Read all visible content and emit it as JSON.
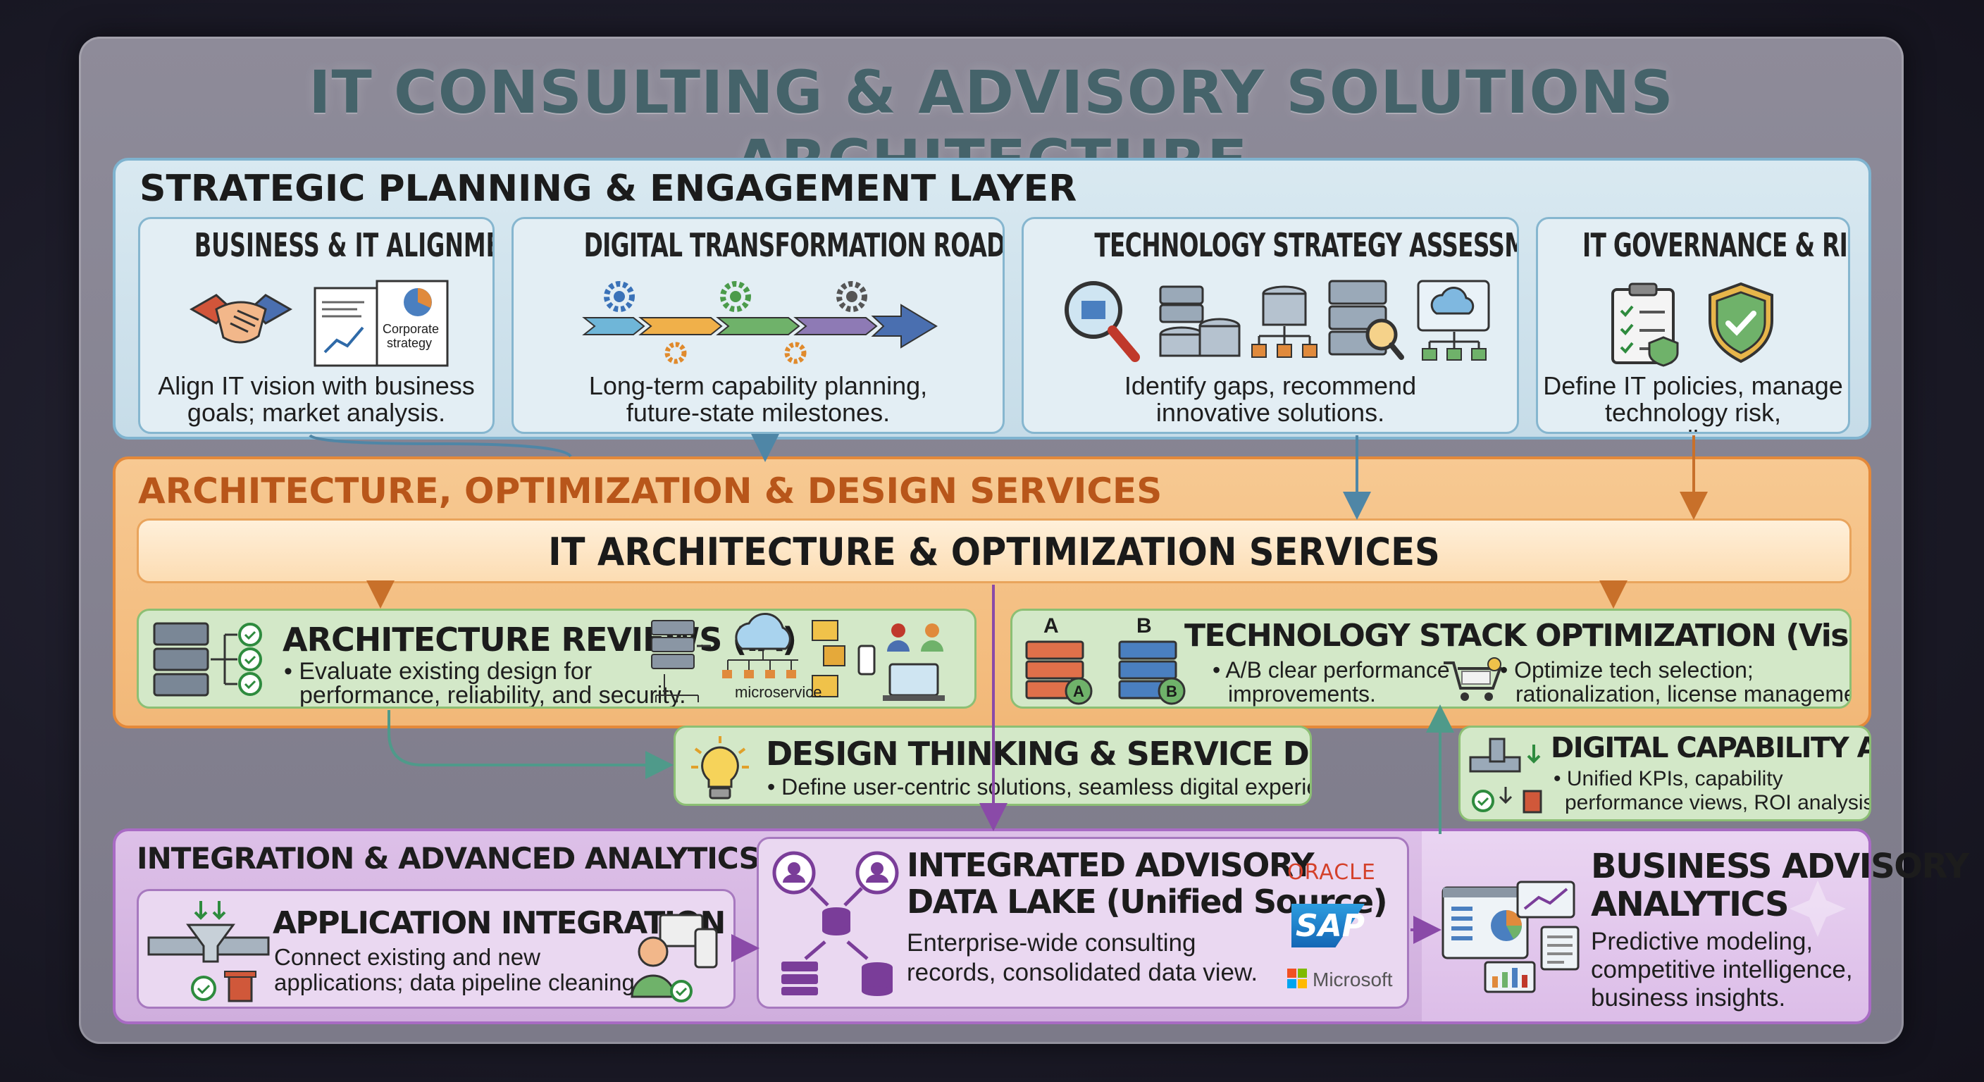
{
  "title": "IT CONSULTING & ADVISORY SOLUTIONS ARCHITECTURE",
  "strategic": {
    "title": "STRATEGIC PLANNING & ENGAGEMENT LAYER",
    "cards": [
      {
        "title": "BUSINESS & IT ALIGNMENT",
        "desc1": "Align IT vision with business",
        "desc2": "goals; market analysis.",
        "doc_label1": "Corporate",
        "doc_label2": "strategy"
      },
      {
        "title": "DIGITAL TRANSFORMATION ROADMAP",
        "desc1": "Long-term capability planning,",
        "desc2": "future-state milestones."
      },
      {
        "title": "TECHNOLOGY STRATEGY ASSESSMENT",
        "desc1": "Identify gaps, recommend",
        "desc2": "innovative solutions."
      },
      {
        "title": "IT GOVERNANCE & RISK",
        "desc1": "Define IT policies, manage",
        "desc2": "technology risk, compliance."
      }
    ]
  },
  "architecture": {
    "title": "ARCHITECTURE, OPTIMIZATION & DESIGN SERVICES",
    "banner": "IT ARCHITECTURE & OPTIMIZATION SERVICES",
    "reviews": {
      "title": "ARCHITECTURE REVIEWS (IA)",
      "line1": "• Evaluate existing design for",
      "line2": "performance, reliability, and security.",
      "micro_label": "microservice"
    },
    "stack": {
      "title": "TECHNOLOGY STACK OPTIMIZATION (Visual & Functional)",
      "label_a": "A",
      "label_b": "B",
      "left1": "• A/B clear performance",
      "left2": "improvements.",
      "right1": "• Optimize tech selection;",
      "right2": "rationalization, license management."
    },
    "design": {
      "title": "DESIGN THINKING & SERVICE DESIGN",
      "line1": "• Define user-centric solutions, seamless digital experiences."
    },
    "capability": {
      "title": "DIGITAL CAPABILITY ANALYTICS",
      "line1": "• Unified KPIs, capability",
      "line2": "performance views, ROI analysis."
    }
  },
  "integration": {
    "title": "INTEGRATION & ADVANCED ANALYTICS LAYER",
    "etl": {
      "title": "APPLICATION INTEGRATION & ETL",
      "line1": "Connect existing and new",
      "line2": "applications; data pipeline cleaning."
    },
    "lake": {
      "title1": "INTEGRATED ADVISORY",
      "title2": "DATA LAKE (Unified Source)",
      "line1": "Enterprise-wide consulting",
      "line2": "records, consolidated data view."
    },
    "vendors": {
      "oracle": "ORACLE",
      "sap": "SAP",
      "microsoft": "Microsoft"
    },
    "analytics": {
      "title1": "BUSINESS ADVISORY",
      "title2": "ANALYTICS",
      "line1": "Predictive modeling,",
      "line2": "competitive intelligence,",
      "line3": "business insights."
    }
  },
  "colors": {
    "strategic": "#cfe2ec",
    "architecture": "#f6c58e",
    "banner": "#fde2be",
    "green": "#cfe6c4",
    "purple": "#ddc2e8",
    "title": "#45636a",
    "orange_title": "#b8561a"
  }
}
